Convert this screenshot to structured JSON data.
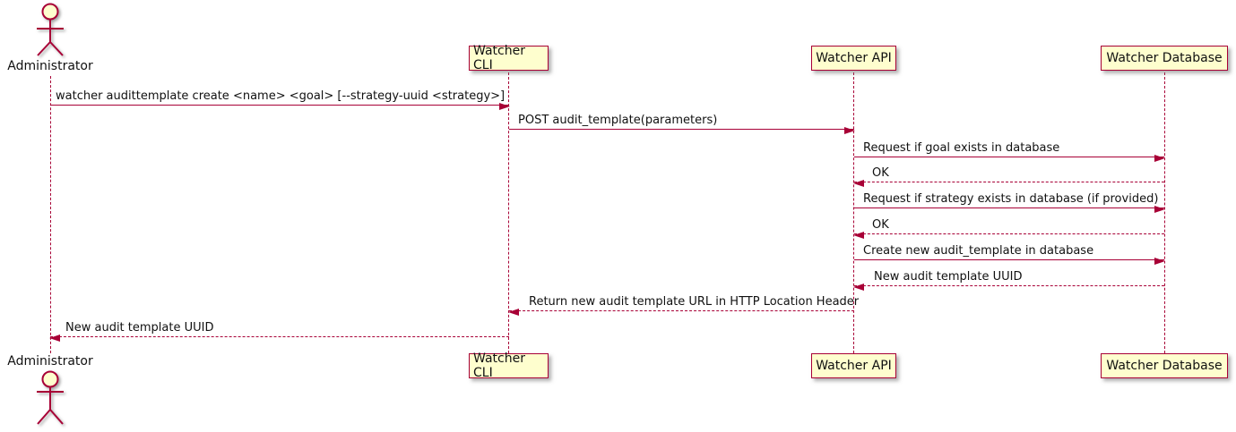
{
  "diagram": {
    "type": "sequence-diagram",
    "participants": [
      {
        "name": "Administrator",
        "kind": "actor"
      },
      {
        "name": "Watcher CLI",
        "kind": "participant"
      },
      {
        "name": "Watcher API",
        "kind": "participant"
      },
      {
        "name": "Watcher Database",
        "kind": "participant"
      }
    ],
    "messages": [
      {
        "from": "Administrator",
        "to": "Watcher CLI",
        "label": "watcher audittemplate create <name> <goal> [--strategy-uuid <strategy>]",
        "line": "solid",
        "direction": "right"
      },
      {
        "from": "Watcher CLI",
        "to": "Watcher API",
        "label": "POST audit_template(parameters)",
        "line": "solid",
        "direction": "right"
      },
      {
        "from": "Watcher API",
        "to": "Watcher Database",
        "label": "Request if goal exists in database",
        "line": "solid",
        "direction": "right"
      },
      {
        "from": "Watcher Database",
        "to": "Watcher API",
        "label": "OK",
        "line": "dashed",
        "direction": "left"
      },
      {
        "from": "Watcher API",
        "to": "Watcher Database",
        "label": "Request if strategy exists in database (if provided)",
        "line": "solid",
        "direction": "right"
      },
      {
        "from": "Watcher Database",
        "to": "Watcher API",
        "label": "OK",
        "line": "dashed",
        "direction": "left"
      },
      {
        "from": "Watcher API",
        "to": "Watcher Database",
        "label": "Create new audit_template in database",
        "line": "solid",
        "direction": "right"
      },
      {
        "from": "Watcher Database",
        "to": "Watcher API",
        "label": "New audit template UUID",
        "line": "dashed",
        "direction": "left"
      },
      {
        "from": "Watcher API",
        "to": "Watcher CLI",
        "label": "Return new audit template URL in HTTP Location Header",
        "line": "dashed",
        "direction": "left"
      },
      {
        "from": "Watcher CLI",
        "to": "Administrator",
        "label": "New audit template UUID",
        "line": "dashed",
        "direction": "left"
      }
    ],
    "colors": {
      "line": "#A80036",
      "box_fill": "#FEFECE",
      "text": "#111111",
      "background": "#FFFFFF"
    }
  }
}
